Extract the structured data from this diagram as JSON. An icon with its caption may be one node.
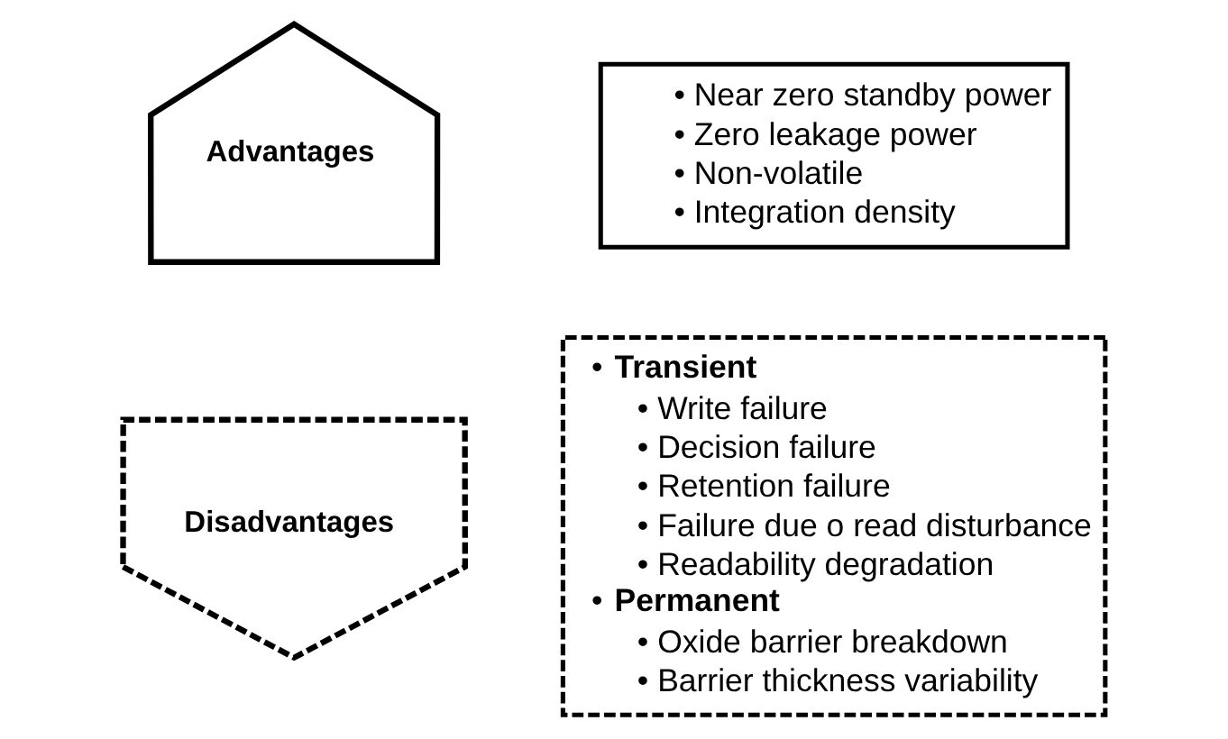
{
  "diagram": {
    "nodes": [
      {
        "text": [
          "Advantages"
        ]
      },
      {
        "text": [
          "Disadvantages"
        ]
      },
      {
        "text": [
          "• Near zero standby power",
          "• Zero leakage power",
          "• Non-volatile",
          "• Integration density"
        ]
      },
      {
        "text": [
          "• **Transient**",
          "• Write failure",
          "• Decision failure",
          "• Retention failure",
          "• Failure due o read disturbance",
          "• Readability degradation",
          "• **Permanent**",
          "• Oxide barrier breakdown",
          "• Barrier thickness variability"
        ]
      }
    ],
    "edges": []
  }
}
